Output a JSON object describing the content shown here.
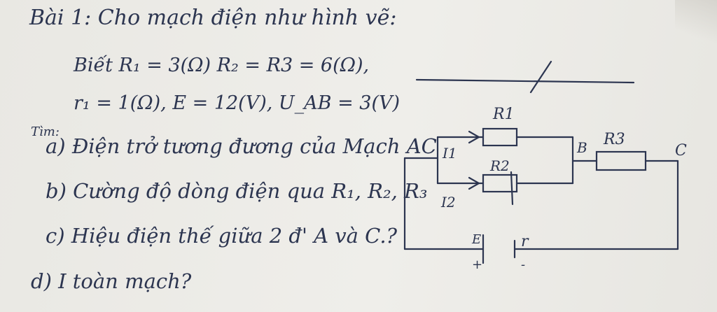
{
  "problem": {
    "title": "Bài 1: Cho mạch điện như hình vẽ:",
    "given_line1": "Biết R₁ = 3(Ω) R₂ = R3 = 6(Ω),",
    "given_line2": "r₁ = 1(Ω), E = 12(V), U_AB = 3(V)",
    "find_label": "Tìm:",
    "question_a": "a) Điện trở tương đương của Mạch AC",
    "question_b": "b) Cường độ dòng điện qua R₁, R₂, R₃",
    "question_c": "c) Hiệu điện thế giữa 2 đ' A và C.?",
    "question_d": "d) I toàn mạch?"
  },
  "circuit": {
    "label_r1": "R1",
    "label_r2": "R2",
    "label_r3": "R3",
    "label_i1": "I1",
    "label_i2": "I2",
    "label_b": "B",
    "label_c": "C",
    "label_e": "E",
    "label_r": "r",
    "label_plus": "+",
    "label_minus": "-"
  }
}
